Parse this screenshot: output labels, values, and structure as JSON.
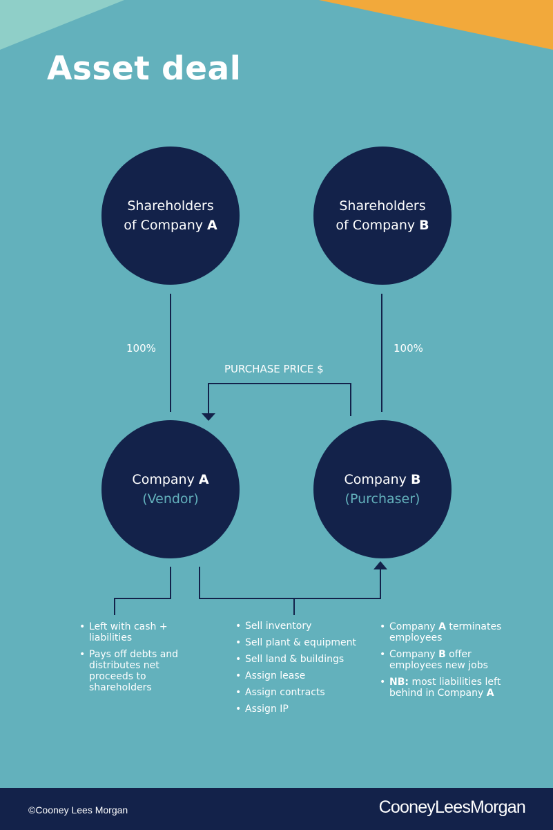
{
  "title": "Asset deal",
  "colors": {
    "background": "#63b1bc",
    "navy": "#13224a",
    "mint": "#8fcfc8",
    "orange": "#f2a93b"
  },
  "nodes": {
    "sh_a": {
      "line1": "Shareholders",
      "line2": "of Company ",
      "bold": "A"
    },
    "sh_b": {
      "line1": "Shareholders",
      "line2": "of Company ",
      "bold": "B"
    },
    "co_a": {
      "line1": "Company ",
      "bold": "A",
      "sub": "(Vendor)"
    },
    "co_b": {
      "line1": "Company ",
      "bold": "B",
      "sub": "(Purchaser)"
    }
  },
  "edges": {
    "own_a": "100%",
    "own_b": "100%",
    "price": "PURCHASE PRICE $"
  },
  "lists": {
    "vendor": [
      "Left with cash + liabilities",
      "Pays off debts and distributes net proceeds to shareholders"
    ],
    "transfer": [
      "Sell inventory",
      "Sell plant & equipment",
      "Sell land & buildings",
      "Assign lease",
      "Assign contracts",
      "Assign IP"
    ],
    "employees": {
      "item1_pre": "Company ",
      "item1_bold": "A",
      "item1_post": " terminates employees",
      "item2_pre": "Company ",
      "item2_bold": "B",
      "item2_post": " offer employees new jobs",
      "item3_bold": "NB:",
      "item3_mid": " most liabilities left behind in Company ",
      "item3_bold2": "A"
    }
  },
  "footer": {
    "copyright": "©Cooney Lees Morgan",
    "brand": "CooneyLeesMorgan"
  }
}
